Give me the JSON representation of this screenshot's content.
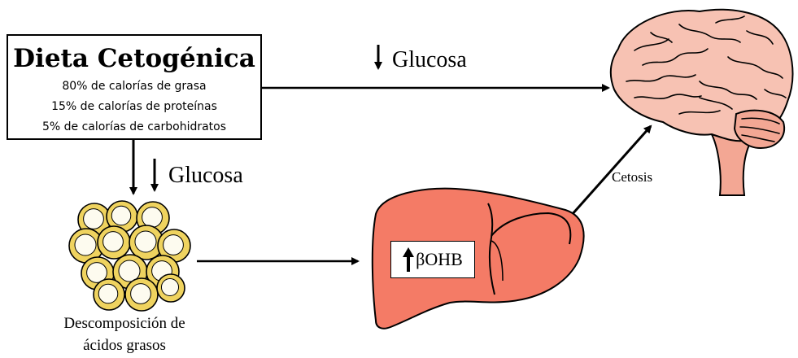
{
  "diet": {
    "title": "Dieta Cetogénica",
    "lines": [
      "80% de calorías de grasa",
      "15% de calorías de proteínas",
      "5% de calorías de carbohidratos"
    ]
  },
  "arrows": {
    "glucose_top": "Glucosa",
    "glucose_left": "Glucosa",
    "ketosis": "Cetosis"
  },
  "fatty_acids": {
    "label_line1": "Descomposición de",
    "label_line2": "ácidos grasos"
  },
  "liver": {
    "marker": "βOHB"
  },
  "colors": {
    "liver": "#F47B66",
    "brain": "#F7C2B3",
    "brain_stem": "#F3A794",
    "fat_cell_outer": "#EFD35F",
    "fat_cell_inner": "#FDFBEF",
    "stroke": "#000000"
  }
}
